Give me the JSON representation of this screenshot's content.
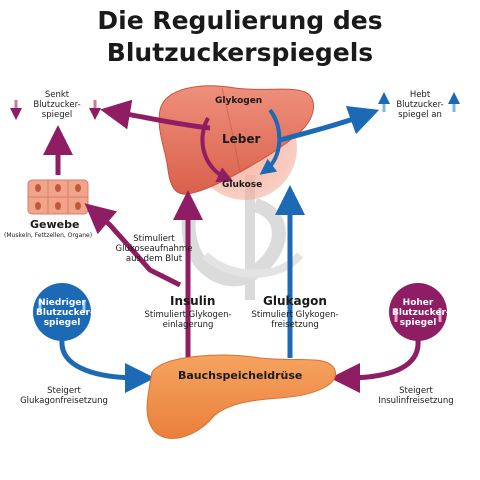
{
  "title": {
    "line1": "Die Regulierung des",
    "line2": "Blutzuckerspiegels"
  },
  "liver": {
    "label": "Leber",
    "glykogen": "Glykogen",
    "glukose": "Glukose"
  },
  "tissue": {
    "label": "Gewebe",
    "sublabel": "(Muskeln, Fettzellen, Organe)",
    "lowers": [
      "Senkt",
      "Blutzucker-",
      "spiegel"
    ],
    "uptake": [
      "Stimuliert",
      "Glukoseaufnahme",
      "aus dem Blut"
    ]
  },
  "liver_effect": {
    "raises": [
      "Hebt",
      "Blutzucker-",
      "spiegel an"
    ]
  },
  "insulin": {
    "name": "Insulin",
    "desc": [
      "Stimuliert Glykogen-",
      "einlagerung"
    ]
  },
  "glukagon": {
    "name": "Glukagon",
    "desc": [
      "Stimuliert Glykogen-",
      "freisetzung"
    ]
  },
  "low_level": {
    "label": [
      "Niedriger",
      "Blutzucker-",
      "spiegel"
    ],
    "effect": [
      "Steigert",
      "Glukagonfreisetzung"
    ]
  },
  "high_level": {
    "label": [
      "Hoher",
      "Blutzucker-",
      "spiegel"
    ],
    "effect": [
      "Steigert",
      "Insulinfreisetzung"
    ]
  },
  "pancreas": {
    "label": "Bauchspeicheldrüse"
  },
  "colors": {
    "insulin_purple": "#8e1d63",
    "glukagon_blue": "#1c69b5",
    "liver": "#e77b66",
    "pancreas": "#f0914a",
    "tissue": "#f1a48b"
  }
}
